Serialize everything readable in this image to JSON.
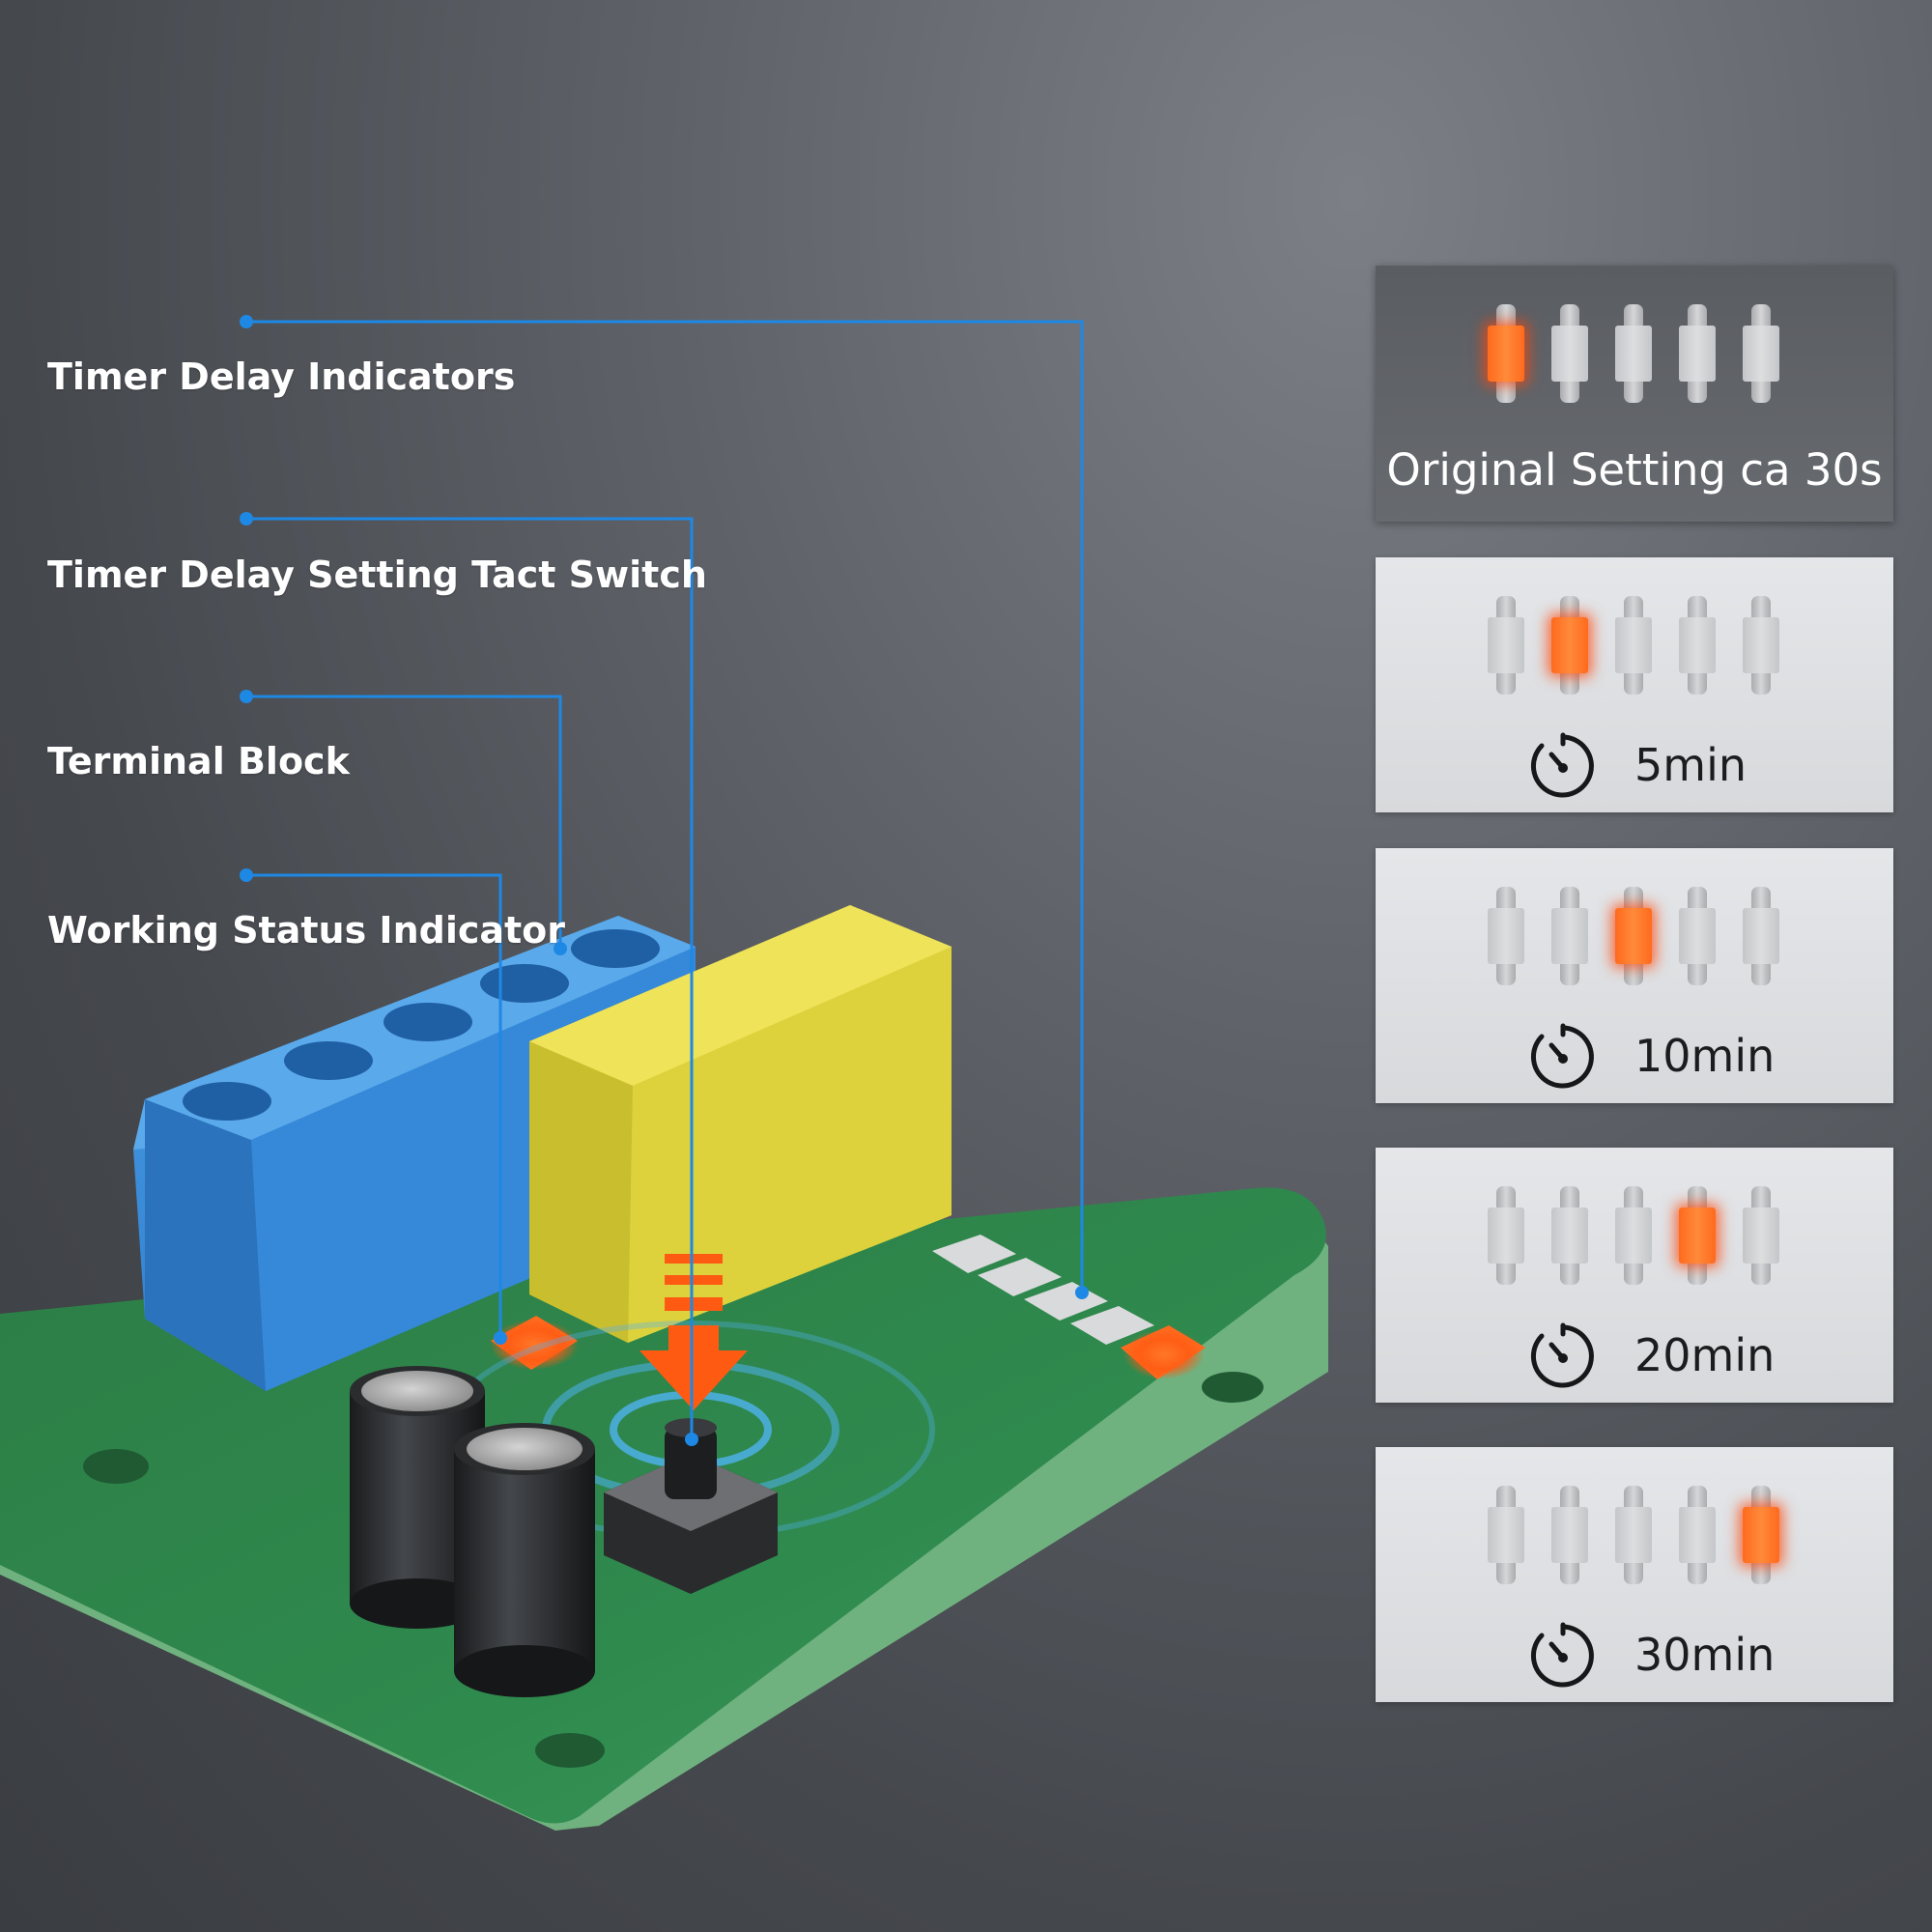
{
  "callouts": [
    {
      "label": "Timer Delay Indicators"
    },
    {
      "label": "Timer Delay Setting Tact Switch"
    },
    {
      "label": "Terminal Block"
    },
    {
      "label": "Working Status Indicator"
    }
  ],
  "settings": [
    {
      "text": "Original Setting ca 30s",
      "active_led": 1,
      "has_timer_icon": false
    },
    {
      "text": "5min",
      "active_led": 2,
      "has_timer_icon": true
    },
    {
      "text": "10min",
      "active_led": 3,
      "has_timer_icon": true
    },
    {
      "text": "20min",
      "active_led": 4,
      "has_timer_icon": true
    },
    {
      "text": "30min",
      "active_led": 5,
      "has_timer_icon": true
    }
  ],
  "colors": {
    "callout_line": "#1e88e5",
    "led_on": "#ff6a1e",
    "terminal_block": "#3b8fdc",
    "relay": "#e3d83a",
    "pcb": "#2f8a4e"
  },
  "icons": {
    "timer": "stopwatch-icon",
    "press": "down-arrow-icon"
  }
}
